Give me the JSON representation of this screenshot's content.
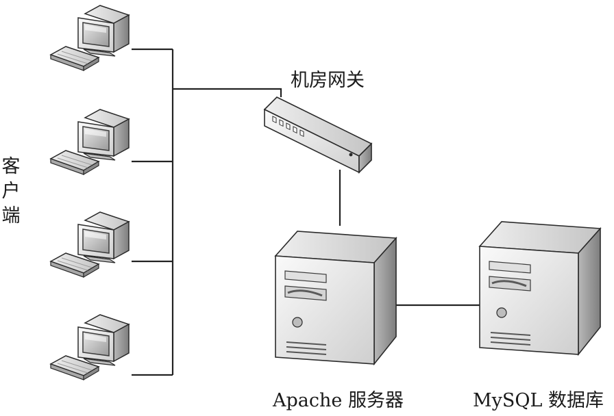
{
  "labels": {
    "clients": [
      "客",
      "户",
      "端"
    ],
    "gateway": "机房网关",
    "apache": "Apache 服务器",
    "mysql": "MySQL 数据库"
  },
  "icons": {
    "client": "desktop-computer-icon",
    "gateway": "network-switch-icon",
    "server": "tower-server-icon"
  },
  "colors": {
    "line": "#222222",
    "device_light": "#f4f4f4",
    "device_mid": "#c9c9c9",
    "device_dark": "#8d8d8d",
    "outline": "#2a2a2a"
  }
}
